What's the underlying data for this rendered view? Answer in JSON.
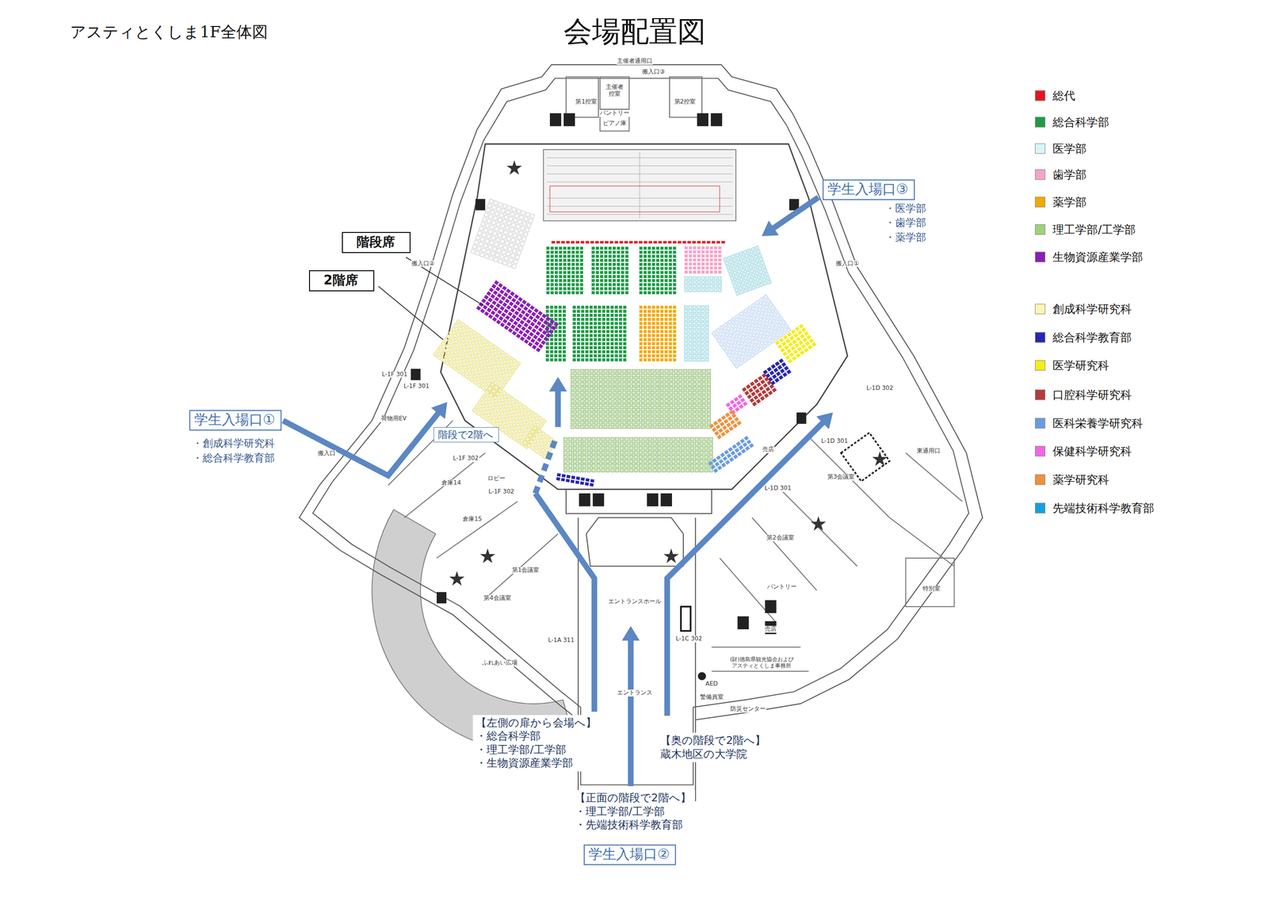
{
  "diagram": {
    "title": "会場配置図",
    "nodes": [
      {
        "text": [
          "学生入場口③"
        ]
      },
      {
        "text": [
          "階段席"
        ]
      },
      {
        "text": [
          "2階席"
        ]
      },
      {
        "text": [
          "学生入場口①"
        ]
      },
      {
        "text": [
          "階段で2階へ"
        ]
      },
      {
        "text": [
          "【左側の扉から会場へ】",
          "・総合科学部",
          "・理工学部/工学部",
          "・生物資源産業学部"
        ]
      },
      {
        "text": [
          "【奥の階段で2階へ】",
          "蔵木地区の大学院"
        ]
      },
      {
        "text": [
          "【正面の階段で2階へ】",
          "・理工学部/工学部",
          "・先端技術科学教育部"
        ]
      },
      {
        "text": [
          "学生入場口②"
        ]
      }
    ],
    "labels": [
      "アスティとくしま1F全体図",
      "・医学部",
      "・歯学部",
      "・薬学部",
      "・創成科学研究科",
      "・総合科学教育部",
      "主催者通用口",
      "搬入口③",
      "第1控室",
      "主催者 控室",
      "パントリー",
      "ピアノ庫",
      "第2控室",
      "搬入口②",
      "搬入口①",
      "L-1F 301",
      "L-1F 301",
      "荷物用EV",
      "搬入口",
      "L-1F 302",
      "倉庫14",
      "ロビー",
      "L-1F 302",
      "倉庫15",
      "第1会議室",
      "第4会議室",
      "ふれあい広場",
      "L-1A 311",
      "エントランスホール",
      "エントランス",
      "L-1C 302",
      "L-1D 302",
      "L-1D 301",
      "東通用口",
      "売店",
      "第3会議室",
      "L-1D 301",
      "第2会議室",
      "パントリー",
      "特別室",
      "売店",
      "(財)徳島県観光協会および アスティとくしま事務所",
      "AED",
      "警備員室",
      "防災センター"
    ],
    "legend": [
      {
        "text": "総代",
        "color": "#e8141c"
      },
      {
        "text": "総合科学部",
        "color": "#1e9a46"
      },
      {
        "text": "医学部",
        "color": "#d9f5f7"
      },
      {
        "text": "歯学部",
        "color": "#f4a3c9"
      },
      {
        "text": "薬学部",
        "color": "#f2a900"
      },
      {
        "text": "理工学部/工学部",
        "color": "#9fd27a"
      },
      {
        "text": "生物資源産業学部",
        "color": "#8a1fb5"
      },
      {
        "text": "創成科学研究科",
        "color": "#fbf7b0"
      },
      {
        "text": "総合科学教育部",
        "color": "#2626b3"
      },
      {
        "text": "医学研究科",
        "color": "#f5ec1c"
      },
      {
        "text": "口腔科学研究科",
        "color": "#b53a3a"
      },
      {
        "text": "医科栄養学研究科",
        "color": "#6a9be3"
      },
      {
        "text": "保健科学研究科",
        "color": "#f266e6"
      },
      {
        "text": "薬学研究科",
        "color": "#f0913c"
      },
      {
        "text": "先端技術科学教育部",
        "color": "#14a0e0"
      }
    ]
  }
}
